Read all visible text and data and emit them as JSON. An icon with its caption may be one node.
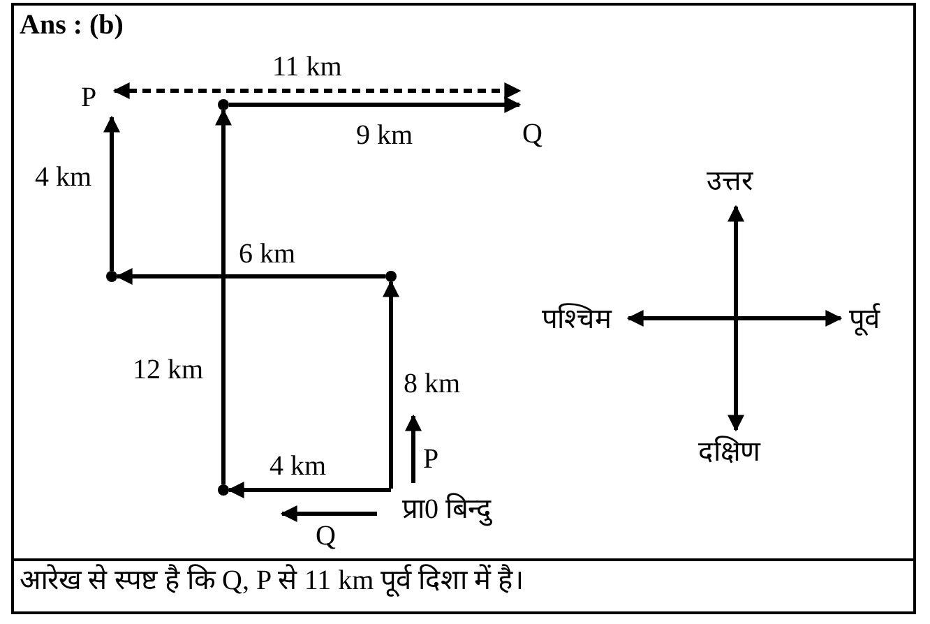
{
  "diagram": {
    "title": "Ans : (b)",
    "caption": "आरेख से स्पष्ट है कि Q, P से 11 km पूर्व दिशा में है।",
    "nodes": [
      {
        "text": [
          "P"
        ]
      },
      {
        "text": [
          "Q"
        ]
      },
      {
        "text": [
          "प्रा0 बिन्दु"
        ]
      },
      {
        "text": [],
        "shape": "point"
      },
      {
        "text": [],
        "shape": "point"
      },
      {
        "text": [],
        "shape": "point"
      },
      {
        "text": [],
        "shape": "point"
      }
    ],
    "edges": [
      {
        "from": 2,
        "to": 3,
        "arrow": "to",
        "label": "4 km"
      },
      {
        "from": 3,
        "to": 4,
        "arrow": "to",
        "label": "12 km"
      },
      {
        "from": 4,
        "to": 1,
        "arrow": "to",
        "label": "9 km"
      },
      {
        "from": 2,
        "to": 5,
        "arrow": "to",
        "label": "8 km"
      },
      {
        "from": 5,
        "to": 6,
        "arrow": "to",
        "label": "6 km"
      },
      {
        "from": 6,
        "to": 0,
        "arrow": "to",
        "label": "4 km"
      },
      {
        "from": 0,
        "to": 1,
        "arrow": "both",
        "label": "11 km",
        "style": "dashed"
      }
    ],
    "labels": [
      "उत्तर",
      "पश्चिम",
      "पूर्व",
      "दक्षिण",
      "P",
      "Q"
    ]
  }
}
